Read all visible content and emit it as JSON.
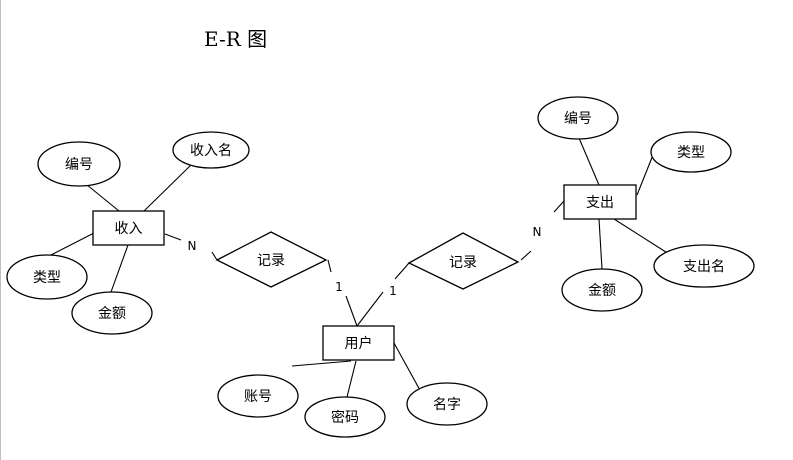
{
  "title": "E-R 图",
  "entities": {
    "income": "收入",
    "expense": "支出",
    "user": "用户"
  },
  "relationships": {
    "income_record": "记录",
    "expense_record": "记录"
  },
  "attributes": {
    "income_id": "编号",
    "income_name": "收入名",
    "income_type": "类型",
    "income_amount": "金额",
    "expense_id": "编号",
    "expense_type": "类型",
    "expense_name": "支出名",
    "expense_amount": "金额",
    "user_account": "账号",
    "user_password": "密码",
    "user_name": "名字"
  },
  "cardinalities": {
    "income_side": "N",
    "income_user_side": "1",
    "expense_user_side": "1",
    "expense_side": "N"
  }
}
